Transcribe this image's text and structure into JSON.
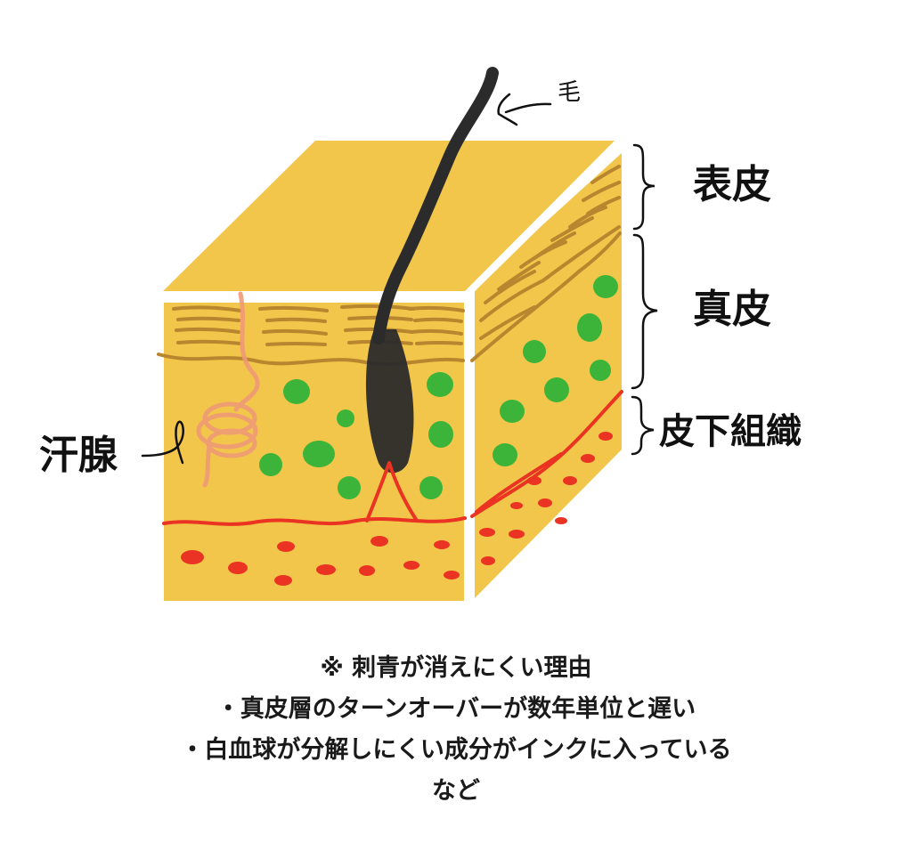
{
  "labels": {
    "hair": "毛",
    "epidermis": "表皮",
    "dermis": "真皮",
    "subcutaneous": "皮下組織",
    "sweat_gland": "汗腺"
  },
  "notes": {
    "title": "※ 刺青が消えにくい理由",
    "items": [
      "・真皮層のターンオーバーが数年単位と遅い",
      "・白血球が分解しにくい成分がインクに入っている"
    ],
    "footer": "など"
  },
  "colors": {
    "skin": "#f2c64a",
    "hair": "#2b2b2b",
    "fibers": "#b8862e",
    "dots_green": "#3cb43a",
    "dots_red": "#ea3323",
    "sweat_gland": "#ef9a76"
  }
}
